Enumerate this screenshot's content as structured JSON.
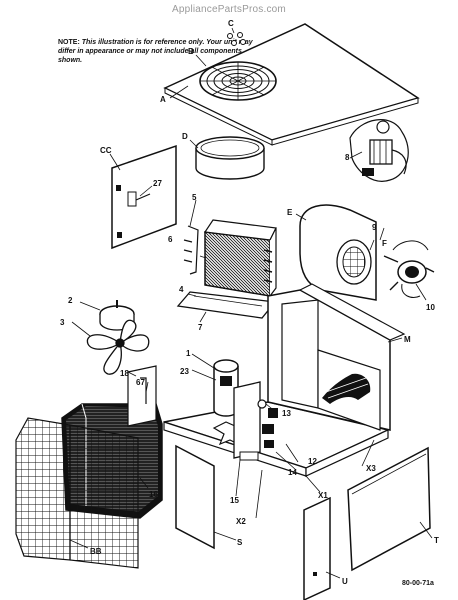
{
  "watermark": "AppliancePartsPros.com",
  "note": {
    "label": "NOTE:",
    "text": "This illustration is for reference only. Your unit may differ in appearance or may not include all components shown."
  },
  "drawing_code": "80-00-71a",
  "callouts": {
    "A": "A",
    "B": "B",
    "C": "C",
    "D": "D",
    "E": "E",
    "F": "F",
    "M": "M",
    "S": "S",
    "T": "T",
    "U": "U",
    "BB": "BB",
    "CC": "CC",
    "X1": "X1",
    "X2": "X2",
    "X3": "X3",
    "n1": "1",
    "n2": "2",
    "n3": "3",
    "n4": "4",
    "n5": "5",
    "n6": "6",
    "n7": "7",
    "n8": "8",
    "n9": "9",
    "n10": "10",
    "n12": "12",
    "n13": "13",
    "n14": "14",
    "n15": "15",
    "n16": "16",
    "n18": "18",
    "n23": "23",
    "n27": "27",
    "n67": "67"
  }
}
